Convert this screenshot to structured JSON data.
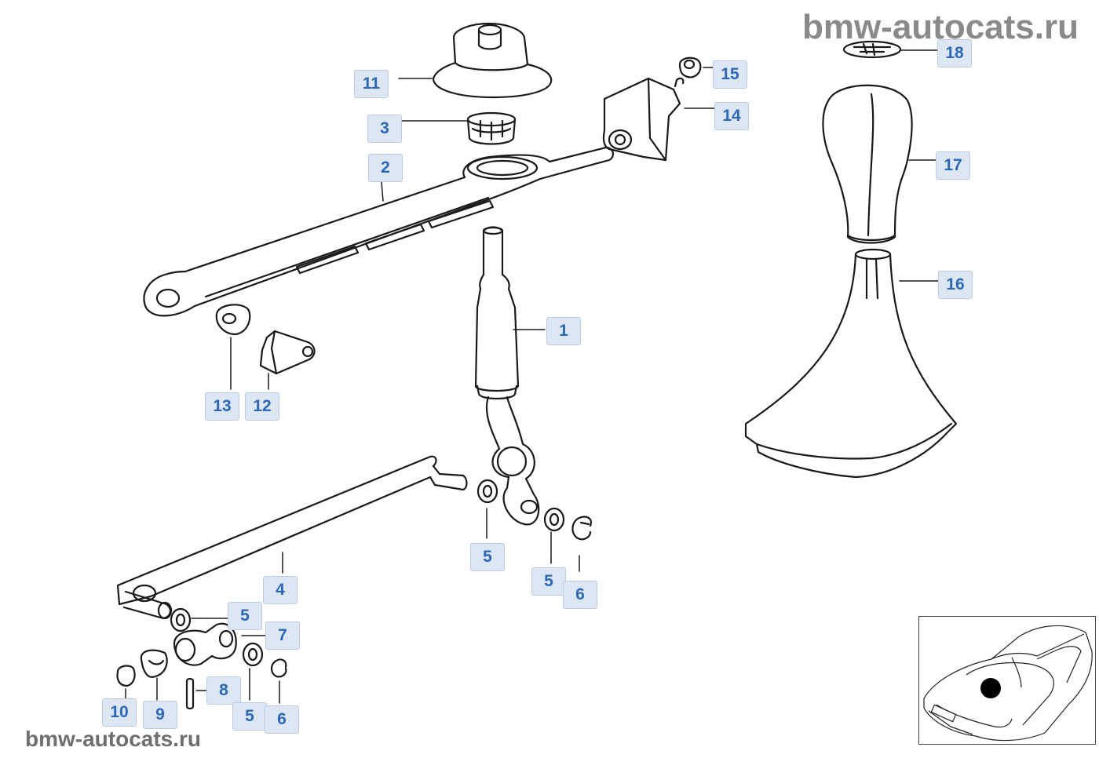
{
  "watermark": {
    "top": "bmw-autocats.ru",
    "bottom": "bmw-autocats.ru"
  },
  "callouts": [
    {
      "key": "c1",
      "label": "1"
    },
    {
      "key": "c2",
      "label": "2"
    },
    {
      "key": "c3",
      "label": "3"
    },
    {
      "key": "c4",
      "label": "4"
    },
    {
      "key": "c5a",
      "label": "5"
    },
    {
      "key": "c5b",
      "label": "5"
    },
    {
      "key": "c5c",
      "label": "5"
    },
    {
      "key": "c5d",
      "label": "5"
    },
    {
      "key": "c6a",
      "label": "6"
    },
    {
      "key": "c6b",
      "label": "6"
    },
    {
      "key": "c7",
      "label": "7"
    },
    {
      "key": "c8",
      "label": "8"
    },
    {
      "key": "c9",
      "label": "9"
    },
    {
      "key": "c10",
      "label": "10"
    },
    {
      "key": "c11",
      "label": "11"
    },
    {
      "key": "c12",
      "label": "12"
    },
    {
      "key": "c13",
      "label": "13"
    },
    {
      "key": "c14",
      "label": "14"
    },
    {
      "key": "c15",
      "label": "15"
    },
    {
      "key": "c16",
      "label": "16"
    },
    {
      "key": "c17",
      "label": "17"
    },
    {
      "key": "c18",
      "label": "18"
    }
  ],
  "colors": {
    "line": "#1a1a1a",
    "callout_bg": "#dde7f4",
    "callout_text": "#2b67b3",
    "watermark": "#8a8a8a"
  }
}
